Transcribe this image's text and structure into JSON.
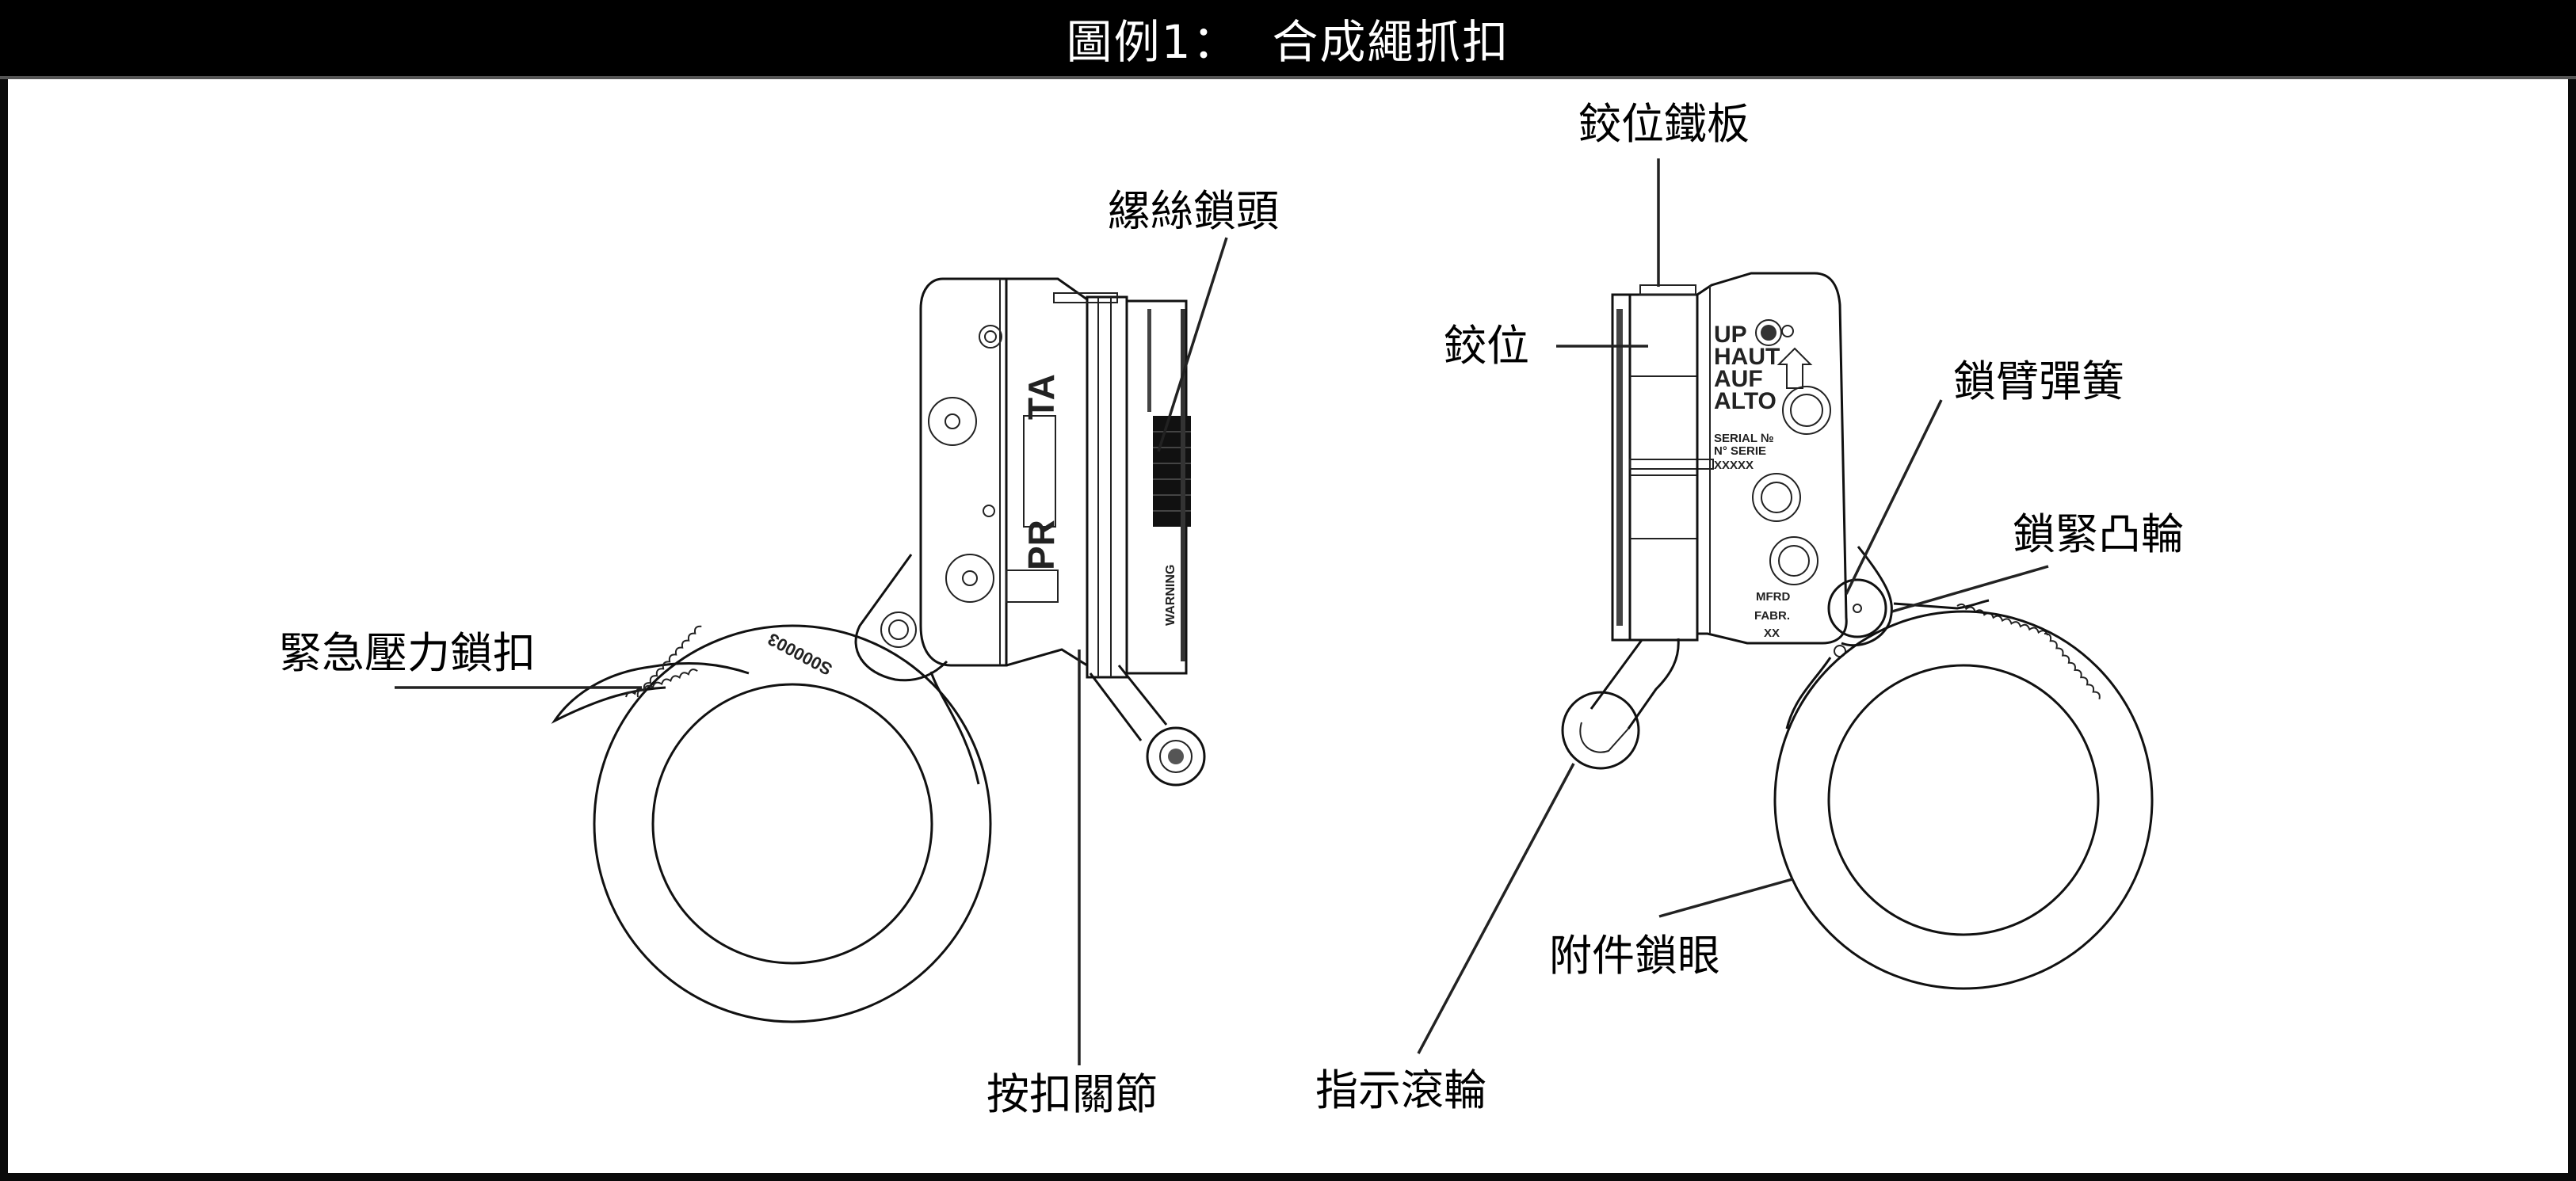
{
  "title": "圖例1：  合成繩抓扣",
  "labels": {
    "thread_lock": "縲絲鎖頭",
    "emergency_lock": "緊急壓力鎖扣",
    "button_joint": "按扣關節",
    "hinge_plate": "鉸位鐵板",
    "hinge": "鉸位",
    "arm_spring": "鎖臂彈簧",
    "locking_cam": "鎖緊凸輪",
    "attachment_eye": "附件鎖眼",
    "indicator_roller": "指示滾輪"
  },
  "device_markings": {
    "brand_partial_top": "TA",
    "brand_partial_bottom": "PR",
    "serial_engraving": "S000003",
    "up": "UP",
    "haut": "HAUT",
    "auf": "AUF",
    "alto": "ALTO",
    "serial_no": "SERIAL №",
    "serie_no": "N° SERIE",
    "serial_value": "XXXXX",
    "mfrd": "MFRD",
    "fabr": "FABR.",
    "mfrd_value": "XX",
    "warning": "WARNING"
  },
  "colors": {
    "title_bg": "#000000",
    "title_fg": "#ffffff",
    "line": "#111111",
    "background": "#ffffff"
  }
}
